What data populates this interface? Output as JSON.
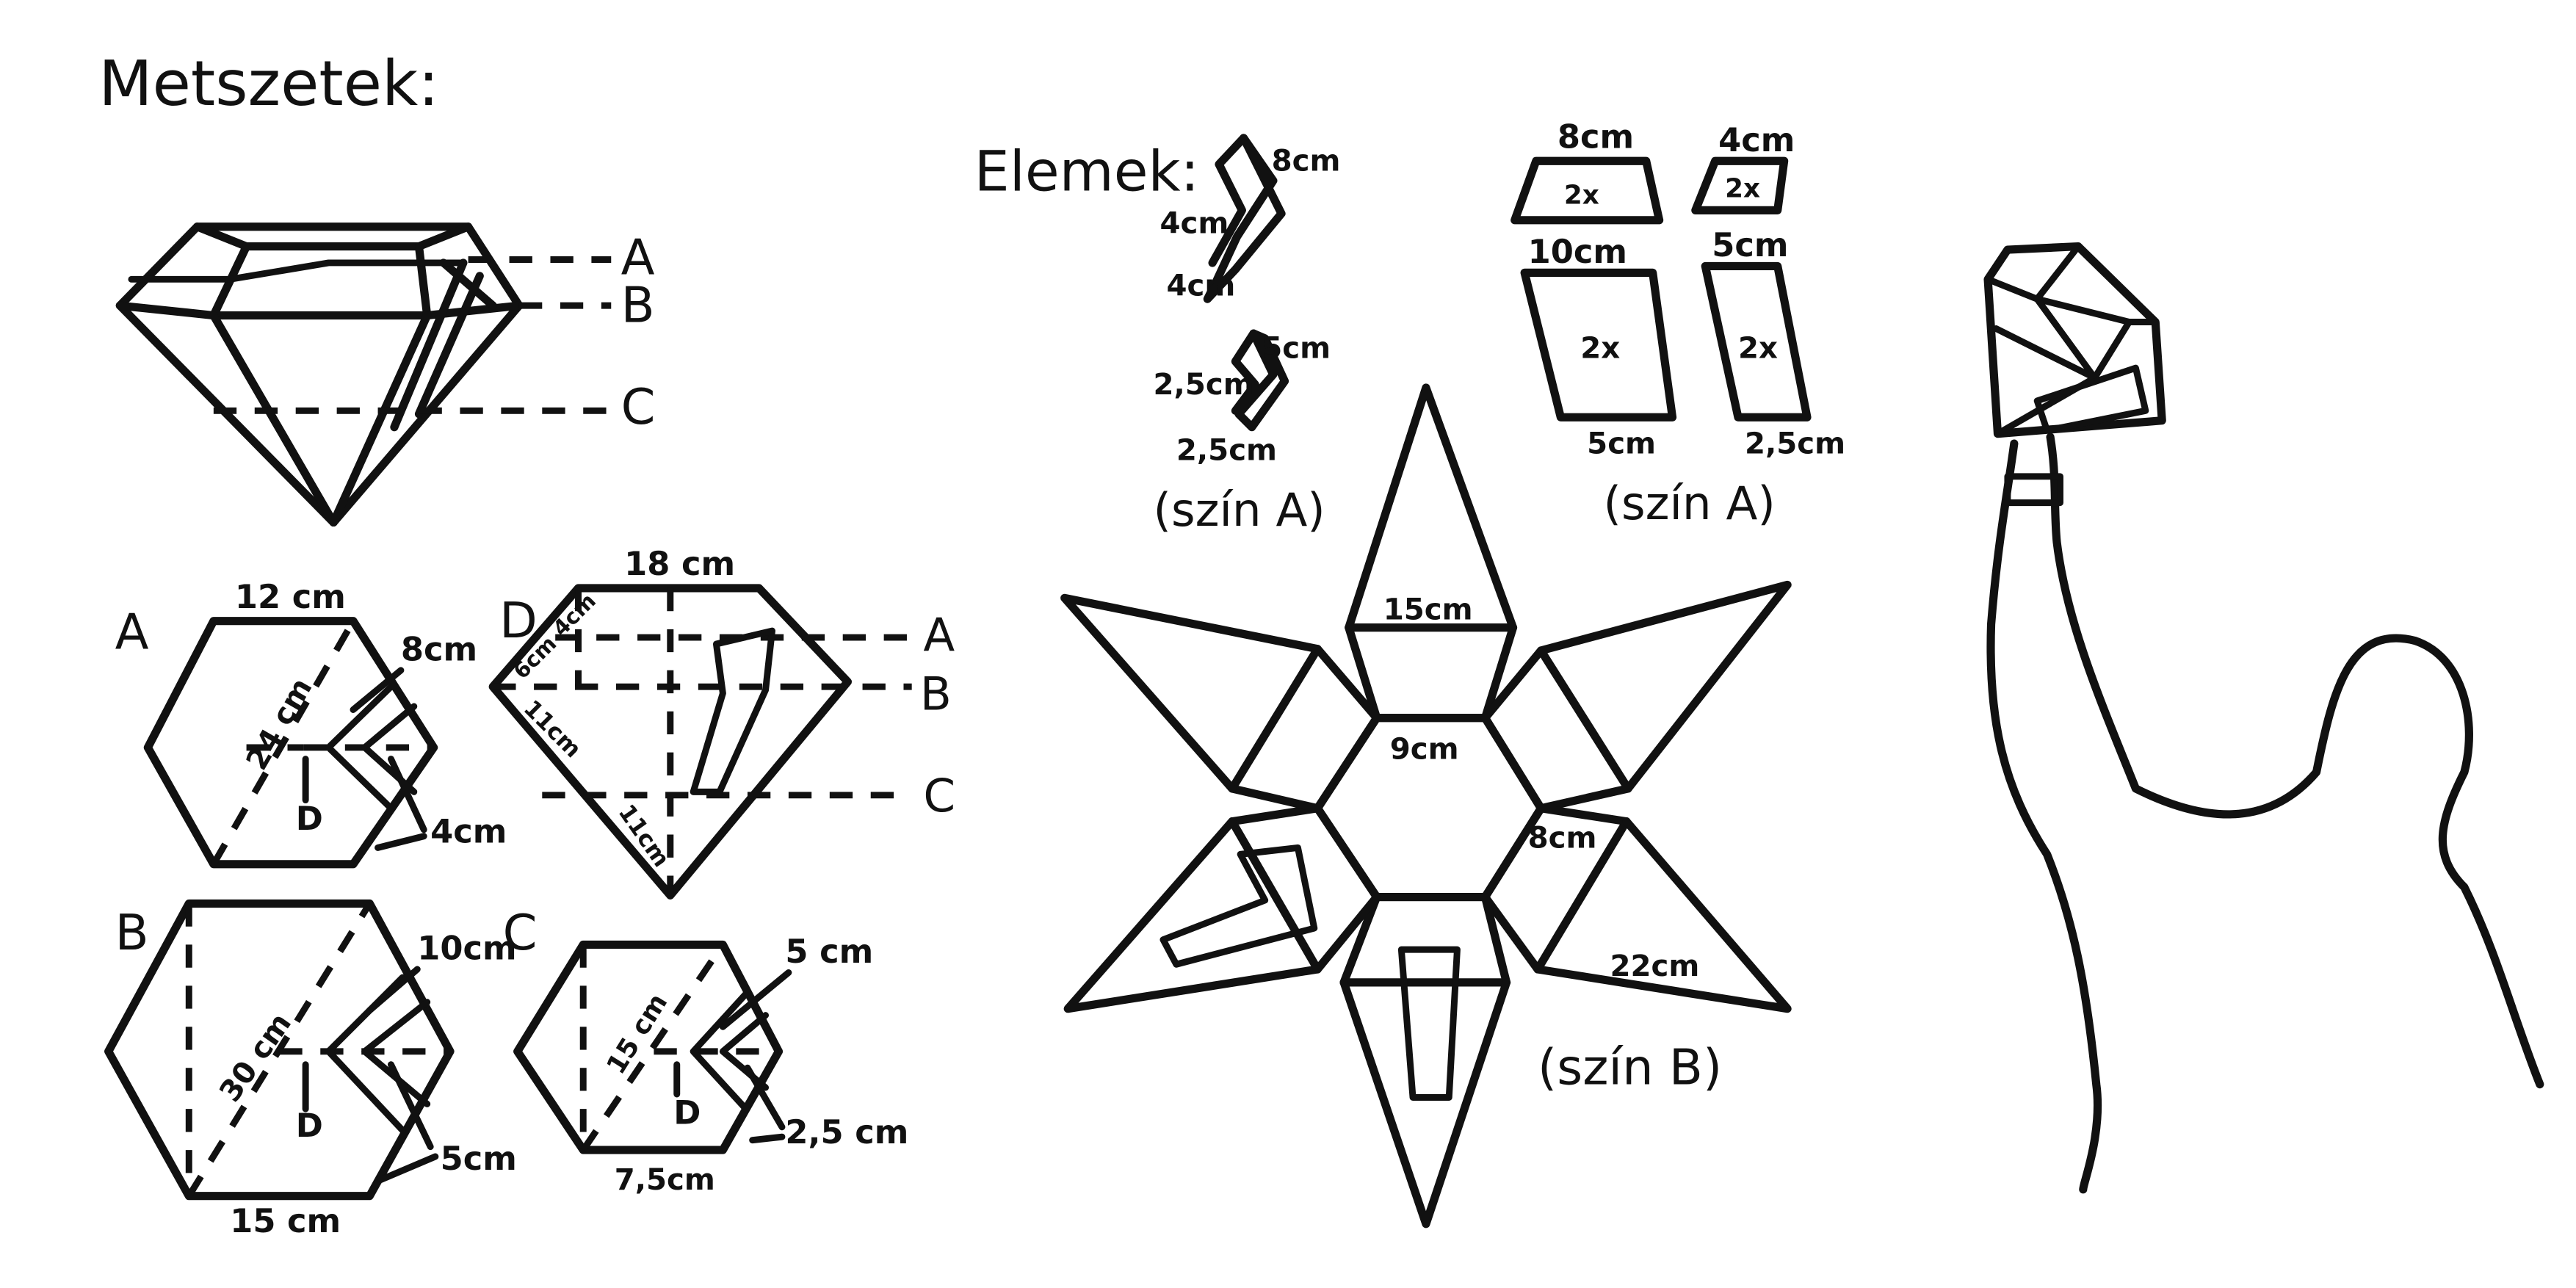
{
  "headings": {
    "sections": "Metszetek:",
    "elements": "Elemek:"
  },
  "sections_overview": {
    "level_labels": [
      "A",
      "B",
      "C"
    ]
  },
  "section_a": {
    "label": "A",
    "width": "12 cm",
    "diagonal": "24 cm",
    "depth": "8cm",
    "step": "4cm",
    "center": "D"
  },
  "section_d": {
    "label": "D",
    "width": "18 cm",
    "edge_top": "4cm",
    "edge_mid": "6cm",
    "edge_low": "11cm",
    "edge_bottom": "11cm",
    "level_labels": [
      "A",
      "B",
      "C"
    ]
  },
  "section_b": {
    "label": "B",
    "width": "15 cm",
    "diagonal": "30 cm",
    "depth": "10cm",
    "step": "5cm",
    "center": "D"
  },
  "section_c": {
    "label": "C",
    "width": "7,5cm",
    "diagonal": "15 cm",
    "depth": "5 cm",
    "step": "2,5 cm",
    "center": "D"
  },
  "elements_chevron": {
    "big": {
      "length": "8cm",
      "upper": "4cm",
      "lower": "4cm"
    },
    "small": {
      "length": "5cm",
      "upper": "2,5cm",
      "lower": "2,5cm"
    },
    "color_note": "(szín A)"
  },
  "elements_trapezoids": {
    "top_large": {
      "top": "8cm",
      "count": "2x"
    },
    "top_small": {
      "top": "4cm",
      "count": "2x"
    },
    "bottom_large": {
      "top": "10cm",
      "bottom": "5cm",
      "count": "2x"
    },
    "bottom_small": {
      "top": "5cm",
      "bottom": "2,5cm",
      "count": "2x"
    },
    "color_note": "(szín A)"
  },
  "star_net": {
    "top_trapezoid": "15cm",
    "center_hexagon": "9cm",
    "right_trapezoid": "8cm",
    "right_triangle": "22cm",
    "color_note": "(szín B)"
  }
}
